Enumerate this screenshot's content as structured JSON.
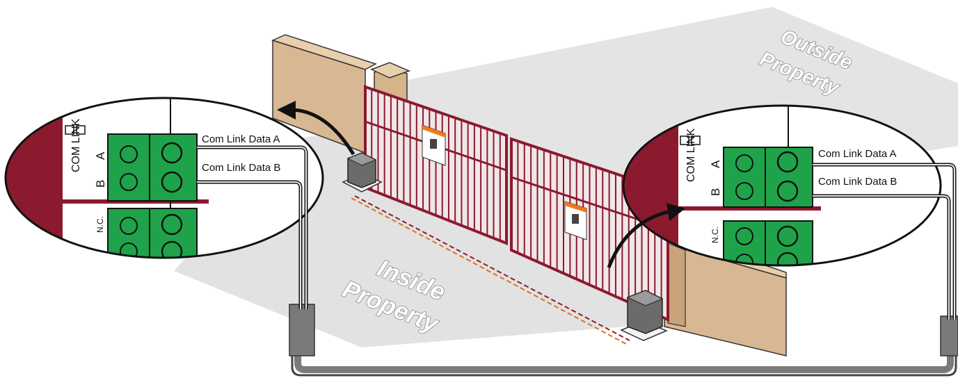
{
  "zones": {
    "outside": [
      "Outside",
      "Property"
    ],
    "inside": [
      "Inside",
      "Property"
    ]
  },
  "left_callout": {
    "wire_a": "Com Link Data A",
    "wire_b": "Com Link Data B",
    "vertical_label": "COM LINK",
    "terminal_a": "A",
    "terminal_b": "B",
    "lower_label": "N.C."
  },
  "right_callout": {
    "wire_a": "Com Link Data A",
    "wire_b": "Com Link Data B",
    "vertical_label": "COM LINK",
    "terminal_a": "A",
    "terminal_b": "B",
    "lower_label": "N.C."
  },
  "colors": {
    "gate_red": "#8b1a2e",
    "terminal_green": "#1fa34a",
    "wall_tan": "#d8b892",
    "conduit_gray": "#7a7a7a",
    "ground_gray": "#e6e6e6"
  }
}
